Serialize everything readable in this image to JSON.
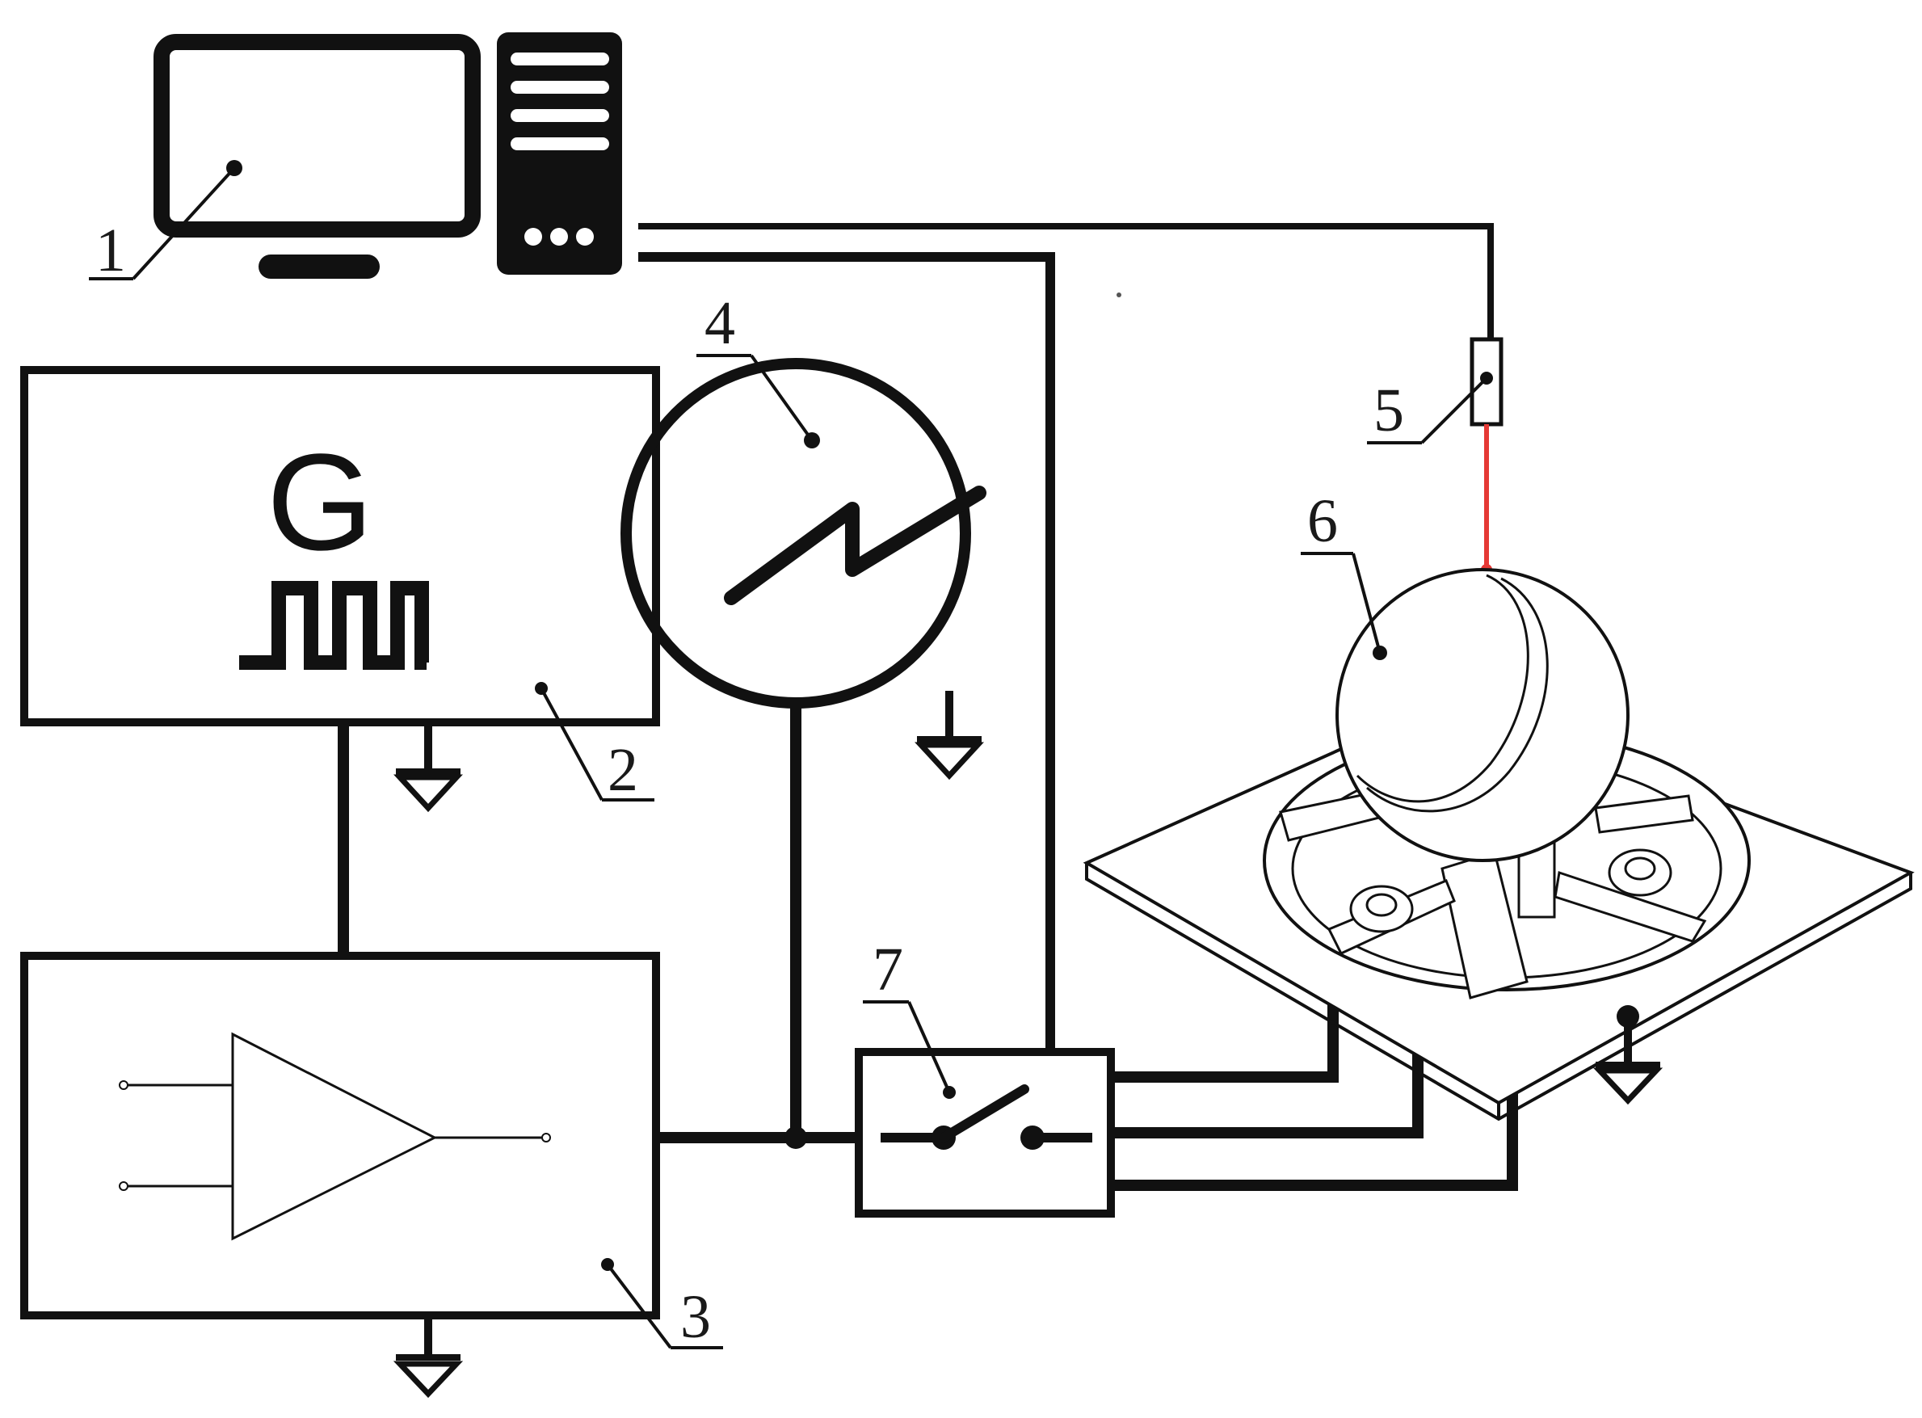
{
  "diagram": {
    "callouts": {
      "computer": "1",
      "generator": "2",
      "amplifier": "3",
      "sawtooth_source": "4",
      "laser_sensor": "5",
      "sphere_device": "6",
      "switch": "7"
    },
    "generator_symbol": "G",
    "colors": {
      "line": "#111111",
      "laser": "#e53935",
      "background": "#ffffff"
    }
  }
}
